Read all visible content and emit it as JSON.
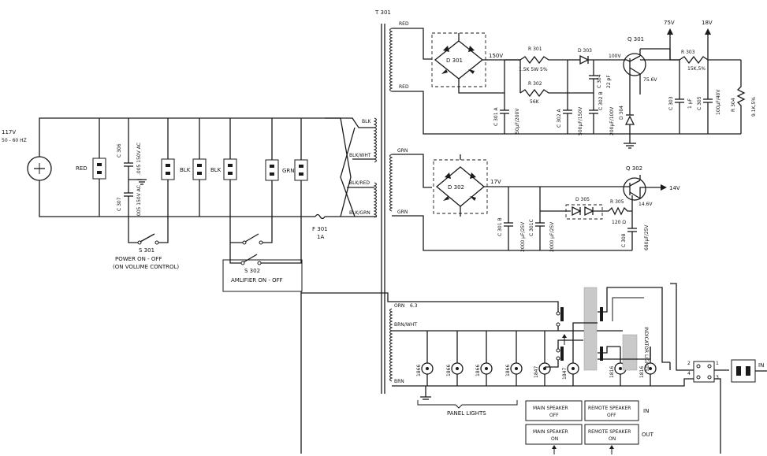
{
  "labels": {
    "mains": "117V",
    "freq": "50 - 60 HZ",
    "t301": "T 301",
    "red_top": "RED",
    "red_mid": "RED",
    "red_outlet": "RED",
    "blk_1": "BLK",
    "blk_2": "BLK",
    "grn_outlet": "GRN",
    "c306": "C 306",
    "c306_val": ".005 150V AC",
    "c307": "C 307",
    "c307_val": ".005 150V AC",
    "blk": "BLK",
    "blk_wht": "BLK/WHT",
    "blk_red": "BLK/RED",
    "blk_grn": "BLK/GRN",
    "f301": "F 301",
    "f301_val": "1A",
    "s301": "S 301",
    "power_sw": "POWER ON - OFF",
    "power_sw_note": "(ON VOLUME CONTROL)",
    "s302": "S 302",
    "amp_sw": "AMLIFIER ON - OFF",
    "d301": "D 301",
    "v150": "150V",
    "r301": "R 301",
    "r301_val": "1.5K 5W 5%",
    "r302": "R 302",
    "r302_val": "56K",
    "d303": "D 303",
    "v100": "100V",
    "c304": "C 304",
    "c304_val": "22 pF",
    "c301a": "C 301 A",
    "c301a_val": "50μF/200V",
    "c302a": "C 302 A",
    "c302a_val": "500μF/150V",
    "c302b": "C 302 B",
    "c302b_val": "200μF/100V",
    "d304": "D 304",
    "q301": "Q 301",
    "v756": "75.6V",
    "v75": "75V",
    "v18": "18V",
    "r303": "R 303",
    "r303_val": "15K,5%",
    "c303": "C 303",
    "c303_val": "1 μF",
    "c305": "C 305",
    "c305_val": "100μF/40V",
    "r304": "R 304",
    "r304_val": "9.1K,5%",
    "grn_top": "GRN",
    "grn_bot": "GRN",
    "d302": "D 302",
    "v17": "17V",
    "q302": "Q 302",
    "v14": "14V",
    "v146": "14.6V",
    "d305": "D 305",
    "r305": "R 305",
    "r305_val": "120 Ω",
    "c301b": "C 301 B",
    "c301b_val": "2000 μF/25V",
    "c301c": "C 301C",
    "c301c_val": "2000 μF/25V",
    "c308": "C 308",
    "c308_val": "680μF/25V",
    "orn": "ORN",
    "v63": "6.3",
    "brn_wht": "BRN/WHT",
    "brn": "BRN",
    "lamp_1866a": "1866",
    "lamp_1866b": "1866",
    "lamp_1866c": "1866",
    "lamp_1866d": "1866",
    "lamp_1847a": "1847",
    "lamp_1847b": "1847",
    "lamp_1816a": "1816",
    "lamp_1816b": "1816",
    "panel_lights": "PANEL LIGHTS",
    "indicator_lights": "INDICATOR LIGHTS",
    "main_spk_off_1": "MAIN SPEAKER",
    "main_spk_off_2": "OFF",
    "remote_spk_off_1": "REMOTE SPEAKER",
    "remote_spk_off_2": "OFF",
    "main_spk_on_1": "MAIN SPEAKER",
    "main_spk_on_2": "ON",
    "remote_spk_on_1": "REMOTE SPEAKER",
    "remote_spk_on_2": "ON",
    "in_label": "IN",
    "out_label": "OUT",
    "pin2": "2",
    "pin4": "4",
    "pin1": "1",
    "pin3": "3",
    "in_right": "IN"
  }
}
